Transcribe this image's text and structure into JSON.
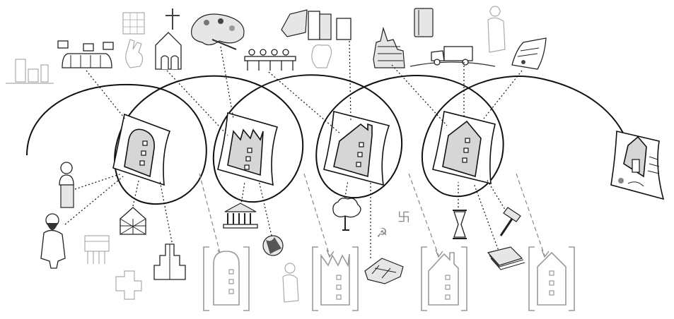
{
  "figure": {
    "stages": [
      {
        "id": "stage-1",
        "house_shape": "arched-gable"
      },
      {
        "id": "stage-2",
        "house_shape": "factory-sawtooth"
      },
      {
        "id": "stage-3",
        "house_shape": "gable-with-chimney"
      },
      {
        "id": "stage-4",
        "house_shape": "pointed-gable"
      }
    ],
    "final_document": {
      "icon": "contract-document-icon"
    },
    "icons": [
      "city-skyline-icon",
      "protest-crowd-icon",
      "grid-icon",
      "hand-gesture-icon",
      "cross-icon",
      "church-icon",
      "paint-palette-icon",
      "books-icon",
      "meeting-table-icon",
      "fist-icon",
      "dense-city-icon",
      "book-icon",
      "truck-icon",
      "standing-figure-icon",
      "certificate-icon",
      "bust-statue-icon",
      "bearded-man-icon",
      "facade-icon",
      "puzzle-piece-icon",
      "half-timbered-house-icon",
      "stepped-tower-icon",
      "classical-temple-icon",
      "globe-icon",
      "ghost-figure-icon",
      "tree-icon",
      "hammer-sickle-icon",
      "swastika-symbol-icon",
      "ruined-city-icon",
      "hourglass-icon",
      "money-stack-icon",
      "hammer-icon"
    ],
    "symbols": {
      "hammer_sickle": "☭",
      "swastika": "卐"
    }
  }
}
